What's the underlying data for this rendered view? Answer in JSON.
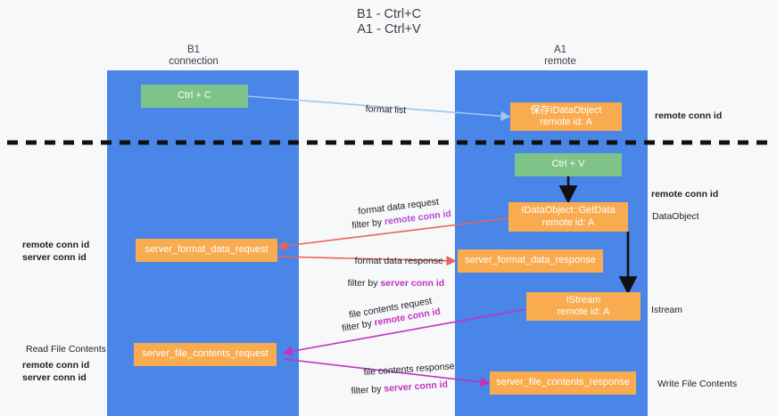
{
  "diagram": {
    "title_line1": "B1 - Ctrl+C",
    "title_line2": "A1 - Ctrl+V",
    "lanes": [
      {
        "id": "b1",
        "head_line1": "B1",
        "head_line2": "connection",
        "color": "#4a86e8"
      },
      {
        "id": "a1",
        "head_line1": "A1",
        "head_line2": "remote",
        "color": "#4a86e8"
      }
    ],
    "nodes": {
      "ctrl_c": {
        "label": "Ctrl + C",
        "color": "#7ec488"
      },
      "save_idataobject": {
        "line1": "保存IDataObject",
        "line2": "remote id: A",
        "color": "#f9ab50"
      },
      "ctrl_v": {
        "label": "Ctrl + V",
        "color": "#7ec488"
      },
      "getdata": {
        "line1": "IDataObject::GetData",
        "line2": "remote id: A",
        "color": "#f9ab50"
      },
      "server_format_data_request": {
        "label": "server_format_data_request",
        "color": "#f9ab50"
      },
      "server_format_data_response": {
        "label": "server_format_data_response",
        "color": "#f9ab50"
      },
      "istream": {
        "line1": "IStream",
        "line2": "remote id: A",
        "color": "#f9ab50"
      },
      "server_file_contents_request": {
        "label": "server_file_contents_request",
        "color": "#f9ab50"
      },
      "server_file_contents_response": {
        "label": "server_file_contents_response",
        "color": "#f9ab50"
      }
    },
    "edge_labels": {
      "format_list": "format list",
      "format_data_request": "format data request",
      "format_data_request_filter_prefix": "filter by ",
      "format_data_request_filter_key": "remote conn id",
      "format_data_response": "format data response",
      "format_data_response_filter_prefix": "filter by ",
      "format_data_response_filter_key": "server conn id",
      "file_contents_request": "file contents request",
      "file_contents_request_filter_prefix": "filter by ",
      "file_contents_request_filter_key": "remote conn id",
      "file_contents_response": "file contents response",
      "file_contents_response_filter_prefix": "filter by ",
      "file_contents_response_filter_key": "server conn id"
    },
    "right_annotations": {
      "remote_conn_id_top": "remote conn id",
      "remote_conn_id_mid": "remote conn id",
      "dataobject": "DataObject",
      "istream": "Istream",
      "write_file_contents": "Write File Contents"
    },
    "left_annotations": {
      "remote_conn_id_1": "remote conn id",
      "server_conn_id_1": "server conn id",
      "read_file_contents": "Read File Contents",
      "remote_conn_id_2": "remote conn id",
      "server_conn_id_2": "server conn id"
    },
    "colors": {
      "lane": "#4a86e8",
      "green_node": "#7ec488",
      "orange_node": "#f9ab50",
      "purple_text": "#b24bd4",
      "green_text": "#6aa84f",
      "magenta_text": "#c032c0",
      "blue_arrow": "#9fc5f0",
      "red_arrow": "#e8655a",
      "magenta_arrow": "#c032c0",
      "black_arrow": "#111111",
      "background": "#f7f8fa"
    },
    "divider": {
      "style": "dashed",
      "color": "#111111"
    }
  }
}
